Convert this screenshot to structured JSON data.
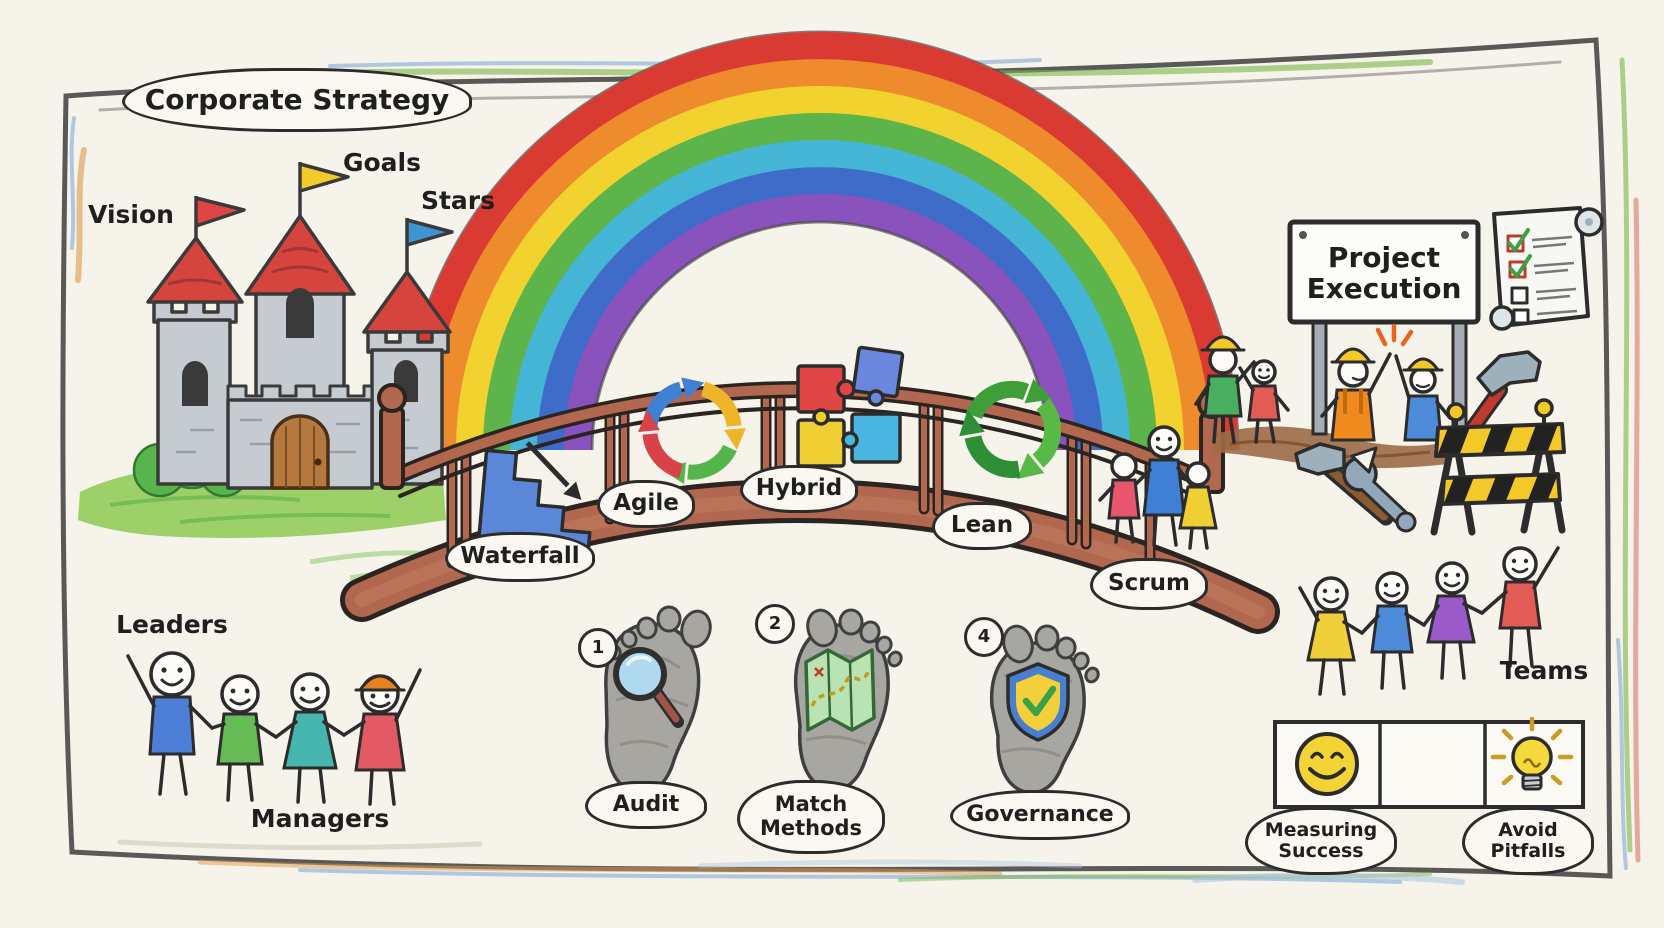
{
  "title": "Corporate Strategy",
  "castle": {
    "flag_labels": [
      "Vision",
      "Goals",
      "Stars"
    ]
  },
  "bridge": {
    "methods": [
      {
        "label": "Waterfall",
        "icon": "descending-stairs"
      },
      {
        "label": "Agile",
        "icon": "circular-arrows-cycle"
      },
      {
        "label": "Hybrid",
        "icon": "puzzle-pieces"
      },
      {
        "label": "Lean",
        "icon": "recycle-arrows"
      },
      {
        "label": "Scrum",
        "icon": "team-huddle"
      }
    ]
  },
  "footsteps": [
    {
      "number": "1",
      "label": "Audit",
      "icon": "magnifying-glass"
    },
    {
      "number": "2",
      "label": "Match Methods",
      "icon": "folded-map"
    },
    {
      "number": "4",
      "label": "Governance",
      "icon": "shield-check"
    }
  ],
  "groups": {
    "leaders": "Leaders",
    "managers": "Managers",
    "teams": "Teams"
  },
  "execution": {
    "sign": "Project Execution"
  },
  "outcomes": {
    "measuring_success": "Measuring Success",
    "avoid_pitfalls": "Avoid Pitfalls"
  },
  "icons": {
    "left_scene": [
      "castle",
      "red-flag",
      "yellow-flag",
      "blue-flag",
      "bush",
      "grass"
    ],
    "center_scene": [
      "rainbow",
      "arched-bridge"
    ],
    "right_scene": [
      "checklist-scroll",
      "hard-hat-workers-high-five",
      "hammer",
      "wrench",
      "construction-barrier",
      "dirt-path"
    ],
    "outcome_cells": [
      "smiley-face",
      "empty-cell",
      "lightbulb"
    ]
  },
  "colors": {
    "paper": "#f6f3ea",
    "ink": "#2c2c2c",
    "bridge_wood": "#b2674f",
    "rainbow": [
      "#d93a31",
      "#ee8b2c",
      "#f2d22e",
      "#5cb44a",
      "#45b5d6",
      "#3f6cc9",
      "#8a52bd"
    ],
    "castle_roof": "#d6453d",
    "shield_blue": "#4a7fd0",
    "check_green": "#3aa146",
    "smiley_yellow": "#f3d335",
    "barrier_yellow": "#f2c929"
  }
}
